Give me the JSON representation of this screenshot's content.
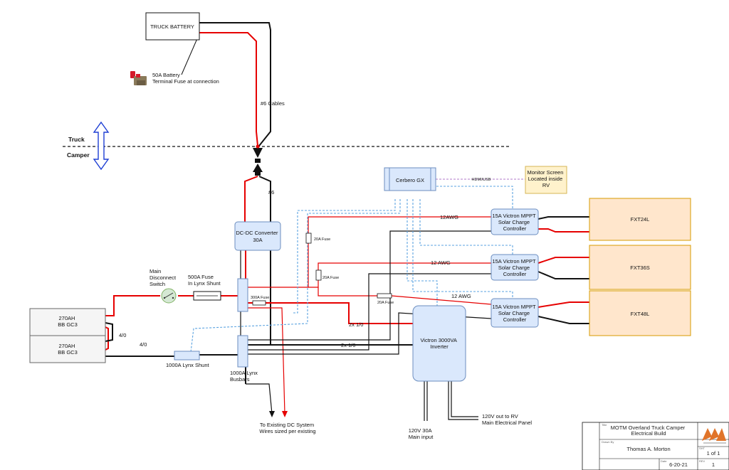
{
  "truck_battery": "TRUCK BATTERY",
  "battery_fuse": [
    "50A Battery",
    "Terminal Fuse at connection"
  ],
  "cable_label": "#6 Cables",
  "zone_truck": "Truck",
  "zone_camper": "Camper",
  "hash6": "#6",
  "dcdc": [
    "DC-DC Converter",
    "30A"
  ],
  "cerbero": "Cerbero GX",
  "hdmi": "HDMI/USB",
  "monitor": [
    "Monitor Screen",
    "Located inside",
    "RV"
  ],
  "mppt": [
    "15A Victron MPPT",
    "Solar Charge",
    "Controller"
  ],
  "wire_12awg_1": "12AWG",
  "wire_12awg_2": "12 AWG",
  "wire_12awg_3": "12 AWG",
  "panels": [
    "FXT24L",
    "FXT36S",
    "FXT48L"
  ],
  "fuse_20a": "20A Fuse",
  "fuse_300a": "300A Fuse",
  "main_disconnect": [
    "Main",
    "Disconnect",
    "Switch"
  ],
  "fuse_500a": [
    "500A Fuse",
    "In Lynx Shunt"
  ],
  "battery": [
    "270AH",
    "BB GC3"
  ],
  "wire_4_0": "4/0",
  "wire_2x10": "2x 1/0",
  "inverter": [
    "Victron 3000VA",
    "Inverter"
  ],
  "lynx_shunt": "1000A Lynx Shunt",
  "lynx_busbars": [
    "1000A Lynx",
    "Busbars"
  ],
  "existing_dc": [
    "To Existing DC System",
    "Wires sized per existing"
  ],
  "main_input": [
    "120V 30A",
    "Main input"
  ],
  "out_to_rv": [
    "120V out to RV",
    "Main Electrical Panel"
  ],
  "title_block": {
    "title_hdr": "Title",
    "title": [
      "MOTM Overland Truck Camper",
      "Electrical Build"
    ],
    "drawn_hdr": "Drawn By",
    "drawn_by": "Thomas A. Morton",
    "sheet_hdr": "SHT",
    "sheet": "1 of 1",
    "date_hdr": "Date",
    "date": "6-20-21",
    "rev_hdr": "REV",
    "rev": "1"
  },
  "colors": {
    "positive": "#e60000",
    "negative": "#111111",
    "comms": "#5ba3e0",
    "hdmi": "#b07ac9",
    "component_fill": "#dae8fc",
    "panel_fill": "#ffe6cc"
  }
}
